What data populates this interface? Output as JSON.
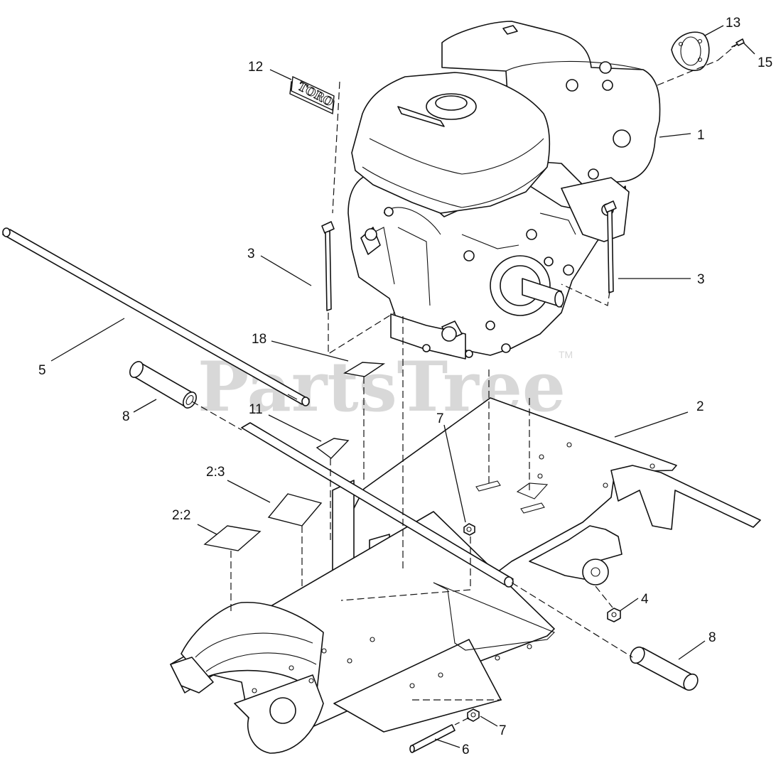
{
  "watermark": {
    "text": "PartsTree",
    "trademark": "TM"
  },
  "decal_logo": "TORO",
  "callouts": {
    "c1": "1",
    "c2": "2",
    "c3a": "3",
    "c3b": "3",
    "c4": "4",
    "c5": "5",
    "c6": "6",
    "c7a": "7",
    "c7b": "7",
    "c8a": "8",
    "c8b": "8",
    "c11": "11",
    "c12": "12",
    "c13": "13",
    "c15": "15",
    "c18": "18",
    "c22": "2:2",
    "c23": "2:3"
  }
}
